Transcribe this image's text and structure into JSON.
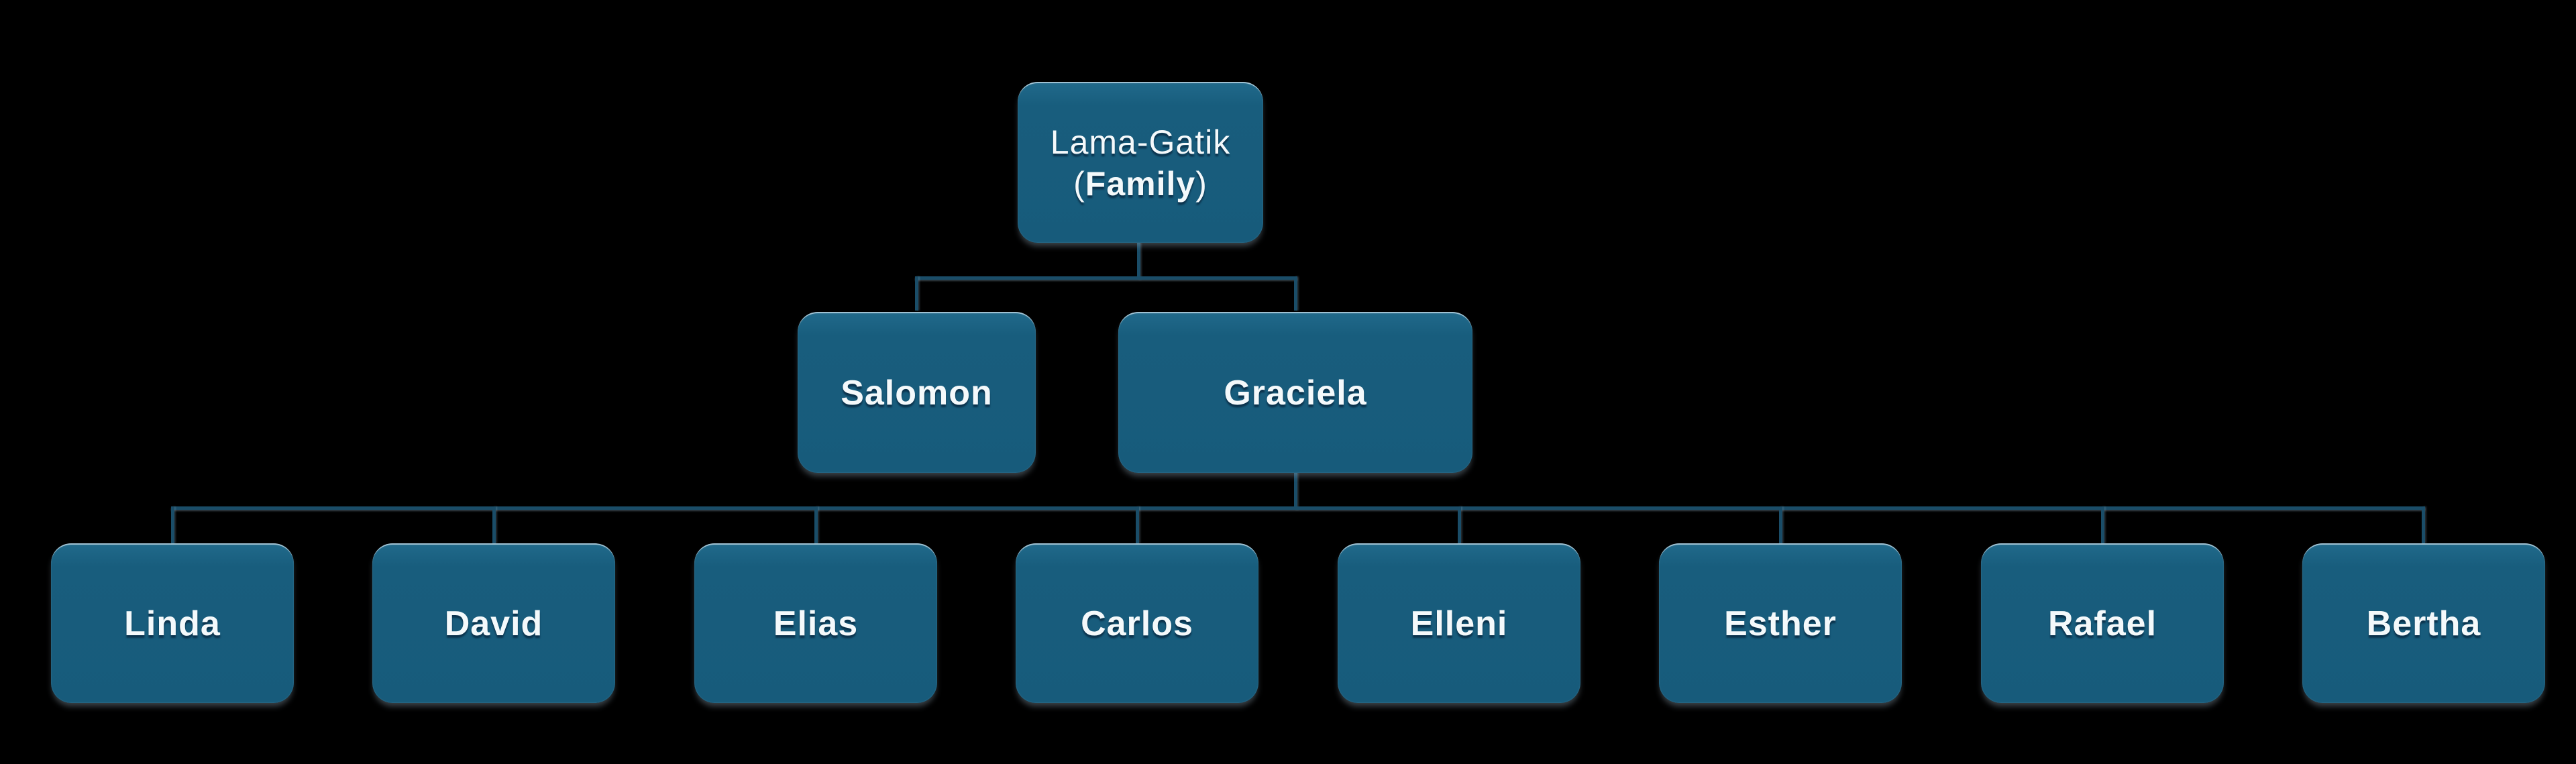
{
  "diagram": {
    "type": "family-tree-org-chart",
    "background_color": "#000000",
    "node_fill_color": "#175C7C",
    "node_highlight_color": "#CDE4F0",
    "connector_color": "#1A4D68",
    "text_color": "#F4F9FB",
    "root": {
      "line1": "Lama-Gatik",
      "line2_prefix": "(",
      "line2_bold": "Family",
      "line2_suffix": ")"
    },
    "parents": [
      {
        "name": "Salomon"
      },
      {
        "name": "Graciela"
      }
    ],
    "children": [
      {
        "name": "Linda"
      },
      {
        "name": "David"
      },
      {
        "name": "Elias"
      },
      {
        "name": "Carlos"
      },
      {
        "name": "Elleni"
      },
      {
        "name": "Esther"
      },
      {
        "name": "Rafael"
      },
      {
        "name": "Bertha"
      }
    ]
  }
}
